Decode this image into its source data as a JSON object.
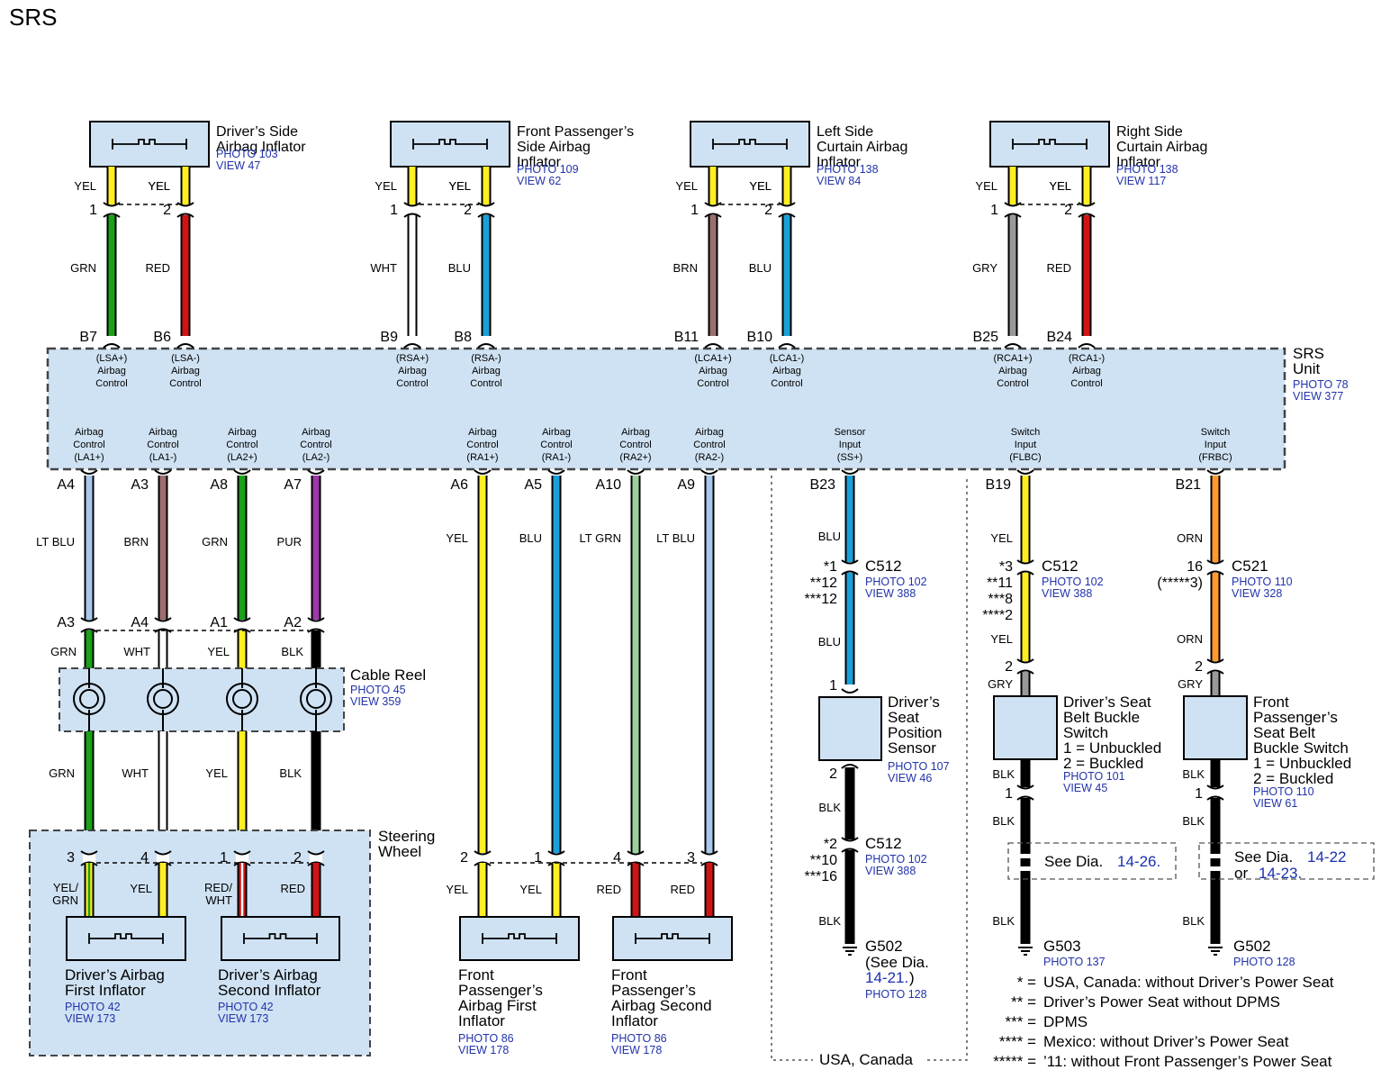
{
  "title": "SRS",
  "colors": {
    "YEL": "#ffee22",
    "GRN": "#1aa01a",
    "RED": "#d01414",
    "WHT": "#ffffff",
    "BLU": "#1aa0d8",
    "BRN": "#9c6e6e",
    "GRY": "#999999",
    "LT BLU": "#a8c8ec",
    "PUR": "#9b3aa8",
    "LT GRN": "#9ed09e",
    "BLK": "#000000",
    "ORN": "#ff9a30",
    "box": "#cfe2f3"
  },
  "srs_unit": {
    "name": "SRS\nUnit",
    "photo": "PHOTO 78",
    "view": "VIEW 377"
  },
  "top_components": [
    {
      "name": "Driver’s Side\nAirbag Inflator",
      "photo": "PHOTO 103",
      "view": "VIEW 47",
      "pins": [
        {
          "pin": "1",
          "color_top": "YEL",
          "color_bot": "GRN",
          "unit_pin": "B7",
          "func": "(LSA+)\nAirbag\nControl"
        },
        {
          "pin": "2",
          "color_top": "YEL",
          "color_bot": "RED",
          "unit_pin": "B6",
          "func": "(LSA-)\nAirbag\nControl"
        }
      ]
    },
    {
      "name": "Front Passenger’s\nSide Airbag\nInflator",
      "photo": "PHOTO 109",
      "view": "VIEW 62",
      "pins": [
        {
          "pin": "1",
          "color_top": "YEL",
          "color_bot": "WHT",
          "unit_pin": "B9",
          "func": "(RSA+)\nAirbag\nControl"
        },
        {
          "pin": "2",
          "color_top": "YEL",
          "color_bot": "BLU",
          "unit_pin": "B8",
          "func": "(RSA-)\nAirbag\nControl"
        }
      ]
    },
    {
      "name": "Left Side\nCurtain Airbag\nInflator",
      "photo": "PHOTO 138",
      "view": "VIEW 84",
      "pins": [
        {
          "pin": "1",
          "color_top": "YEL",
          "color_bot": "BRN",
          "unit_pin": "B11",
          "func": "(LCA1+)\nAirbag\nControl"
        },
        {
          "pin": "2",
          "color_top": "YEL",
          "color_bot": "BLU",
          "unit_pin": "B10",
          "func": "(LCA1-)\nAirbag\nControl"
        }
      ]
    },
    {
      "name": "Right Side\nCurtain Airbag\nInflator",
      "photo": "PHOTO 138",
      "view": "VIEW 117",
      "pins": [
        {
          "pin": "1",
          "color_top": "YEL",
          "color_bot": "GRY",
          "unit_pin": "B25",
          "func": "(RCA1+)\nAirbag\nControl"
        },
        {
          "pin": "2",
          "color_top": "YEL",
          "color_bot": "RED",
          "unit_pin": "B24",
          "func": "(RCA1-)\nAirbag\nControl"
        }
      ]
    }
  ],
  "bottom_unit_pins": [
    {
      "pin": "A4",
      "func": "Airbag\nControl\n(LA1+)",
      "color": "LT BLU"
    },
    {
      "pin": "A3",
      "func": "Airbag\nControl\n(LA1-)",
      "color": "BRN"
    },
    {
      "pin": "A8",
      "func": "Airbag\nControl\n(LA2+)",
      "color": "GRN"
    },
    {
      "pin": "A7",
      "func": "Airbag\nControl\n(LA2-)",
      "color": "PUR"
    },
    {
      "pin": "A6",
      "func": "Airbag\nControl\n(RA1+)",
      "color": "YEL"
    },
    {
      "pin": "A5",
      "func": "Airbag\nControl\n(RA1-)",
      "color": "BLU"
    },
    {
      "pin": "A10",
      "func": "Airbag\nControl\n(RA2+)",
      "color": "LT GRN"
    },
    {
      "pin": "A9",
      "func": "Airbag\nControl\n(RA2-)",
      "color": "LT BLU"
    },
    {
      "pin": "B23",
      "func": "Sensor\nInput\n(SS+)",
      "color": "BLU"
    },
    {
      "pin": "B19",
      "func": "Switch\nInput\n(FLBC)",
      "color": "YEL"
    },
    {
      "pin": "B21",
      "func": "Switch\nInput\n(FRBC)",
      "color": "ORN"
    }
  ],
  "cable_reel": {
    "name": "Cable Reel",
    "photo": "PHOTO 45",
    "view": "VIEW 359",
    "top_pins": [
      "A3",
      "A4",
      "A1",
      "A2"
    ],
    "top_colors": [
      "GRN",
      "WHT",
      "YEL",
      "BLK"
    ],
    "bottom_colors": [
      "GRN",
      "WHT",
      "YEL",
      "BLK"
    ]
  },
  "steering_wheel": {
    "name": "Steering\nWheel",
    "pins": [
      "3",
      "4",
      "1",
      "2"
    ],
    "bottom_colors": [
      "YEL/\nGRN",
      "YEL",
      "RED/\nWHT",
      "RED"
    ]
  },
  "driver_inflators": [
    {
      "name": "Driver’s Airbag\nFirst Inflator",
      "photo": "PHOTO 42",
      "view": "VIEW 173"
    },
    {
      "name": "Driver’s Airbag\nSecond Inflator",
      "photo": "PHOTO 42",
      "view": "VIEW 173"
    }
  ],
  "passenger_inflators": [
    {
      "name": "Front\nPassenger’s\nAirbag First\nInflator",
      "photo": "PHOTO 86",
      "view": "VIEW 178",
      "pins": [
        "2",
        "1"
      ],
      "bottom_colors": [
        "YEL",
        "YEL"
      ]
    },
    {
      "name": "Front\nPassenger’s\nAirbag Second\nInflator",
      "photo": "PHOTO 86",
      "view": "VIEW 178",
      "pins": [
        "4",
        "3"
      ],
      "bottom_colors": [
        "RED",
        "RED"
      ]
    }
  ],
  "seat_sensor": {
    "name": "Driver’s\nSeat\nPosition\nSensor",
    "photo": "PHOTO 107",
    "view": "VIEW 46",
    "conn1": {
      "name": "C512",
      "photo": "PHOTO 102",
      "view": "VIEW 388",
      "pins": "*1\n**12\n***12"
    },
    "conn2": {
      "name": "C512",
      "photo": "PHOTO 102",
      "view": "VIEW 388",
      "pins": "*2\n**10\n***16"
    },
    "pin_in": "1",
    "pin_out": "2",
    "wire_a": "BLU",
    "wire_b": "BLU",
    "wire_c": "BLK",
    "wire_d": "BLK",
    "ground": "G502",
    "ground_note": "(See Dia.",
    "ground_link": "14-21.",
    "ground_close": ")",
    "ground_photo": "PHOTO 128",
    "region": "USA, Canada"
  },
  "driver_buckle": {
    "name": "Driver’s Seat\nBelt Buckle\nSwitch\n1 = Unbuckled\n2 = Buckled",
    "photo": "PHOTO 101",
    "view": "VIEW 45",
    "conn": {
      "name": "C512",
      "photo": "PHOTO 102",
      "view": "VIEW 388",
      "pins": "*3\n**11\n***8\n****2"
    },
    "pin_in": "2",
    "pin_out": "1",
    "wire_a": "YEL",
    "wire_b": "YEL",
    "wire_c": "GRY",
    "wire_d": "BLK",
    "wire_e": "BLK",
    "wire_f": "BLK",
    "see": "See Dia.",
    "see_link": "14-26.",
    "ground": "G503",
    "ground_photo": "PHOTO 137"
  },
  "passenger_buckle": {
    "name": "Front\nPassenger’s\nSeat Belt\nBuckle Switch\n1 = Unbuckled\n2 = Buckled",
    "photo": "PHOTO 110",
    "view": "VIEW 61",
    "conn": {
      "name": "C521",
      "photo": "PHOTO 110",
      "view": "VIEW 328",
      "pins": "16\n(*****3)"
    },
    "pin_in": "2",
    "pin_out": "1",
    "wire_a": "ORN",
    "wire_b": "ORN",
    "wire_c": "GRY",
    "wire_d": "BLK",
    "wire_e": "BLK",
    "wire_f": "BLK",
    "see": "See Dia.",
    "see_link1": "14-22",
    "see_or": "or",
    "see_link2": "14-23.",
    "ground": "G502",
    "ground_photo": "PHOTO 128"
  },
  "footnotes": [
    {
      "mark": "* =",
      "text": "USA, Canada: without Driver’s Power Seat"
    },
    {
      "mark": "** =",
      "text": "Driver’s Power Seat without DPMS"
    },
    {
      "mark": "*** =",
      "text": "DPMS"
    },
    {
      "mark": "**** =",
      "text": "Mexico: without Driver’s Power Seat"
    },
    {
      "mark": "***** =",
      "text": "’11: without Front Passenger’s Power Seat"
    }
  ]
}
